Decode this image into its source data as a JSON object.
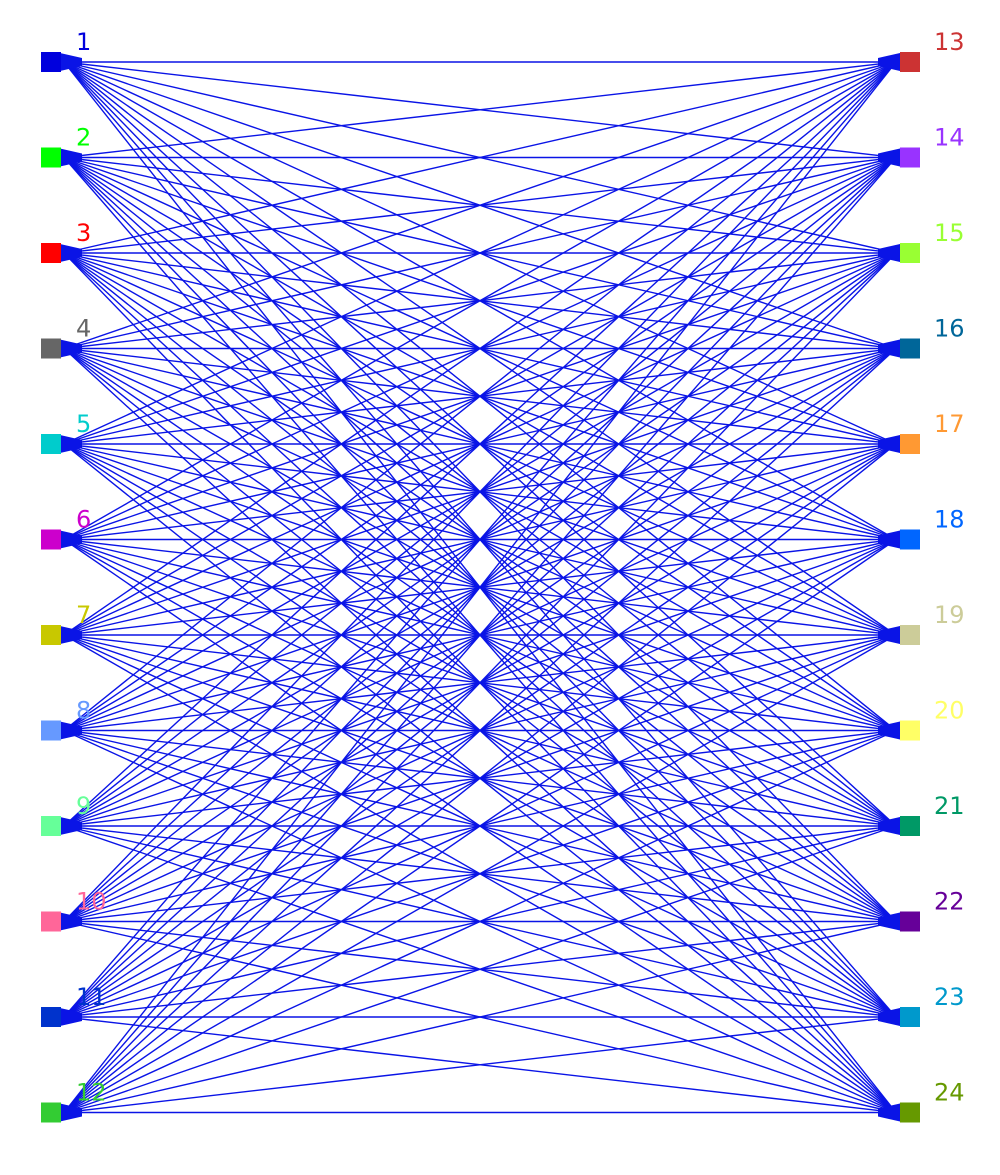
{
  "graph": {
    "edge_color": "#0a14e6",
    "left_nodes": [
      {
        "id": "1",
        "label": "1",
        "color": "#0000dd"
      },
      {
        "id": "2",
        "label": "2",
        "color": "#00ff00"
      },
      {
        "id": "3",
        "label": "3",
        "color": "#ff0000"
      },
      {
        "id": "4",
        "label": "4",
        "color": "#666666"
      },
      {
        "id": "5",
        "label": "5",
        "color": "#00cccc"
      },
      {
        "id": "6",
        "label": "6",
        "color": "#cc00cc"
      },
      {
        "id": "7",
        "label": "7",
        "color": "#c8c800"
      },
      {
        "id": "8",
        "label": "8",
        "color": "#6699ff"
      },
      {
        "id": "9",
        "label": "9",
        "color": "#66ff99"
      },
      {
        "id": "10",
        "label": "10",
        "color": "#ff6699"
      },
      {
        "id": "11",
        "label": "11",
        "color": "#0033cc"
      },
      {
        "id": "12",
        "label": "12",
        "color": "#33cc33"
      }
    ],
    "right_nodes": [
      {
        "id": "13",
        "label": "13",
        "color": "#cc3333"
      },
      {
        "id": "14",
        "label": "14",
        "color": "#9933ff"
      },
      {
        "id": "15",
        "label": "15",
        "color": "#99ff33"
      },
      {
        "id": "16",
        "label": "16",
        "color": "#006699"
      },
      {
        "id": "17",
        "label": "17",
        "color": "#ff9933"
      },
      {
        "id": "18",
        "label": "18",
        "color": "#0066ff"
      },
      {
        "id": "19",
        "label": "19",
        "color": "#cccc99"
      },
      {
        "id": "20",
        "label": "20",
        "color": "#ffff66"
      },
      {
        "id": "21",
        "label": "21",
        "color": "#009966"
      },
      {
        "id": "22",
        "label": "22",
        "color": "#660099"
      },
      {
        "id": "23",
        "label": "23",
        "color": "#0099cc"
      },
      {
        "id": "24",
        "label": "24",
        "color": "#669900"
      }
    ],
    "edges": "complete-bipartite"
  }
}
